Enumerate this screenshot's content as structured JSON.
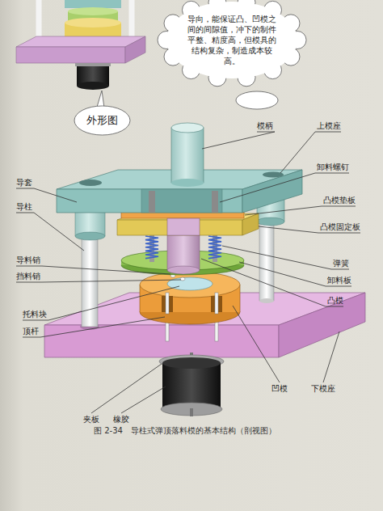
{
  "diagram": {
    "caption": "图 2-34　导柱式弹顶落料模的基本结构（剖视图）",
    "nodes": [
      {
        "text": [
          "导向，能保证凸、凹模之间的间隙值，冲下的制件平整、精度高，但模具的结构复杂，制造成本较高。"
        ]
      },
      {
        "text": [
          "外形图"
        ]
      }
    ],
    "edges": [],
    "labels": [
      "模柄",
      "上模座",
      "导套",
      "卸料螺钉",
      "导柱",
      "凸模垫板",
      "凸模固定板",
      "导料销",
      "弹簧",
      "挡料销",
      "卸料板",
      "凸模",
      "托料块",
      "顶杆",
      "凹模",
      "下模座",
      "夹板",
      "橡胶"
    ]
  }
}
